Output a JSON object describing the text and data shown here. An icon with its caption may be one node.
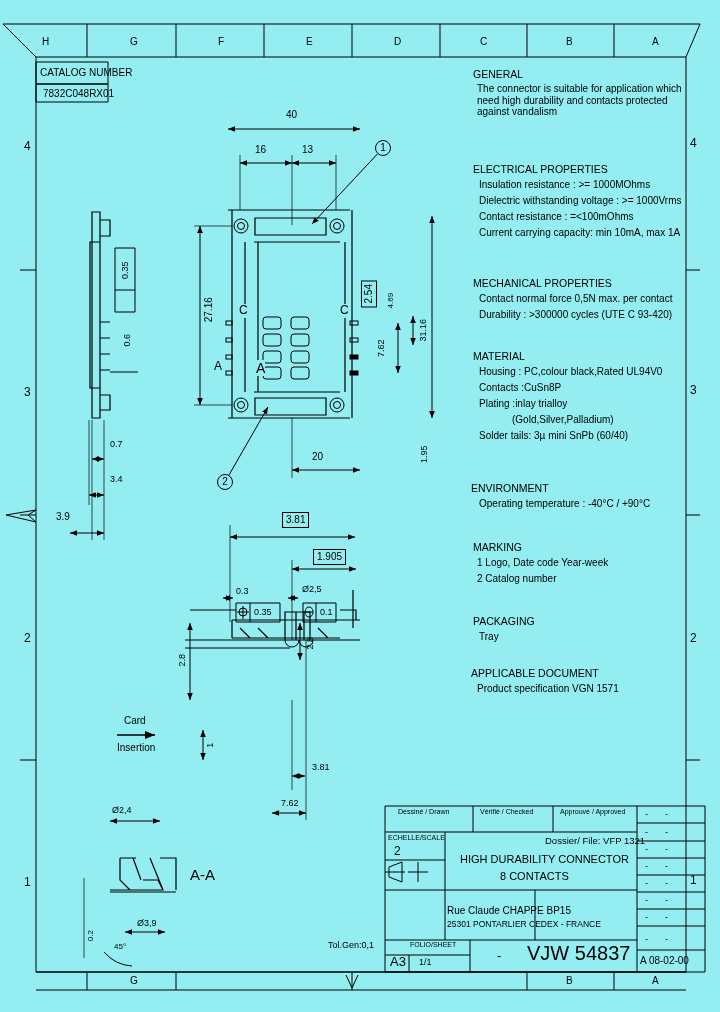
{
  "diagram": {
    "nodes": [
      {
        "text": [
          "1"
        ]
      },
      {
        "text": [
          "2"
        ]
      }
    ],
    "edges": [
      {
        "from": 0,
        "to": null,
        "arrow": "to"
      },
      {
        "from": 1,
        "to": null,
        "arrow": "to"
      }
    ],
    "labels": [
      "H",
      "G",
      "F",
      "E",
      "D",
      "C",
      "B",
      "A",
      "CATALOG NUMBER",
      "7832C048RX01",
      "GENERAL",
      "The connector is suitable for application which need high durability and contacts protected against vandalism",
      "4",
      "4",
      "40",
      "16",
      "13",
      "ELECTRICAL PROPERTIES",
      "Insulation resistance : >= 1000MOhms",
      "Dielectric withstanding voltage : >= 1000Vrms",
      "Contact resistance : =<100mOhms",
      "Current carrying capacity: min 10mA, max 1A",
      "0.35",
      "27.16",
      "2.54",
      "4.69",
      "31.16",
      "MECHANICAL PROPERTIES",
      "Contact normal force 0,5N max. per contact",
      "Durability : >300000 cycles (UTE C 93-420)",
      "C",
      "C",
      "0.6",
      "7.62",
      "A",
      "A",
      "MATERIAL",
      "Housing : PC,colour black,Rated UL94V0",
      "Contacts :CuSn8P",
      "Plating :inlay trialloy",
      "(Gold,Silver,Palladium)",
      "Solder tails: 3µ mini SnPb (60/40)",
      "3",
      "3",
      "0.7",
      "20",
      "1.95",
      "3.4",
      "ENVIRONMENT",
      "Operating temperature : -40°C / +90°C",
      "3.9",
      "3.81",
      "MARKING",
      "1 Logo, Date code Year-week",
      "2 Catalog number",
      "1.905",
      "0.3",
      "Ø2,5",
      "0.35",
      "0.1",
      "PACKAGING",
      "2",
      "Tray",
      "2",
      "2.8",
      "2.8",
      "APPLICABLE DOCUMENT",
      "Product specification VGN 1571",
      "Card",
      "Insertion",
      "1",
      "3.81",
      "7.62",
      "Ø2,4",
      "Dessiné / Drawn",
      "Vérifié / Checked",
      "Approuvé / Approved",
      "ECHELLE/SCALE",
      "2",
      "Dossier/ File: VFP 1321",
      "HIGH DURABILITY CONNECTOR",
      "1",
      "A-A",
      "8 CONTACTS",
      "1",
      "Rue Claude CHAPPE BP15",
      "25301 PONTARLIER CEDEX - FRANCE",
      "Ø3,9",
      "0.2",
      "45°",
      "Tol.Gen:0,1",
      "A3",
      "FOLIO/SHEET",
      "1/1",
      "-",
      "VJW 54837",
      "A 08-02-00",
      "G",
      "B",
      "A",
      "-",
      "-",
      "-",
      "-",
      "-",
      "-",
      "-",
      "-",
      "-",
      "-",
      "-",
      "-",
      "-",
      "-",
      "-",
      "-"
    ]
  }
}
